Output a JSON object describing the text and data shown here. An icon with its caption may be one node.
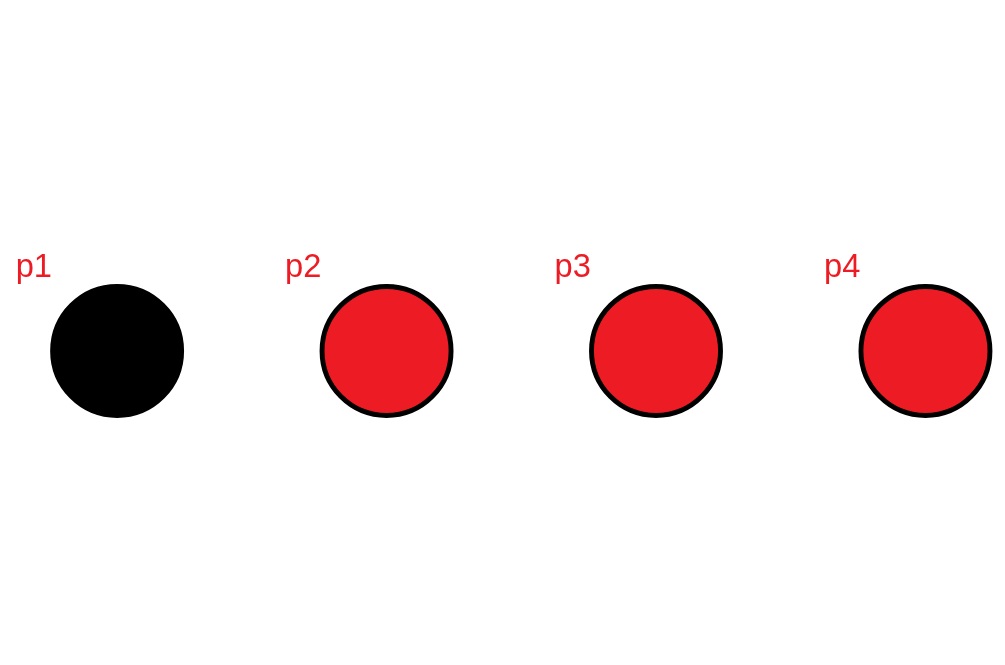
{
  "diagram": {
    "nodes": [
      {
        "text": [],
        "shape": "circle",
        "beside": [
          "p1"
        ]
      },
      {
        "text": [],
        "shape": "circle",
        "beside": [
          "p2"
        ]
      },
      {
        "text": [],
        "shape": "circle",
        "beside": [
          "p3"
        ]
      },
      {
        "text": [],
        "shape": "circle",
        "beside": [
          "p4"
        ]
      }
    ]
  }
}
